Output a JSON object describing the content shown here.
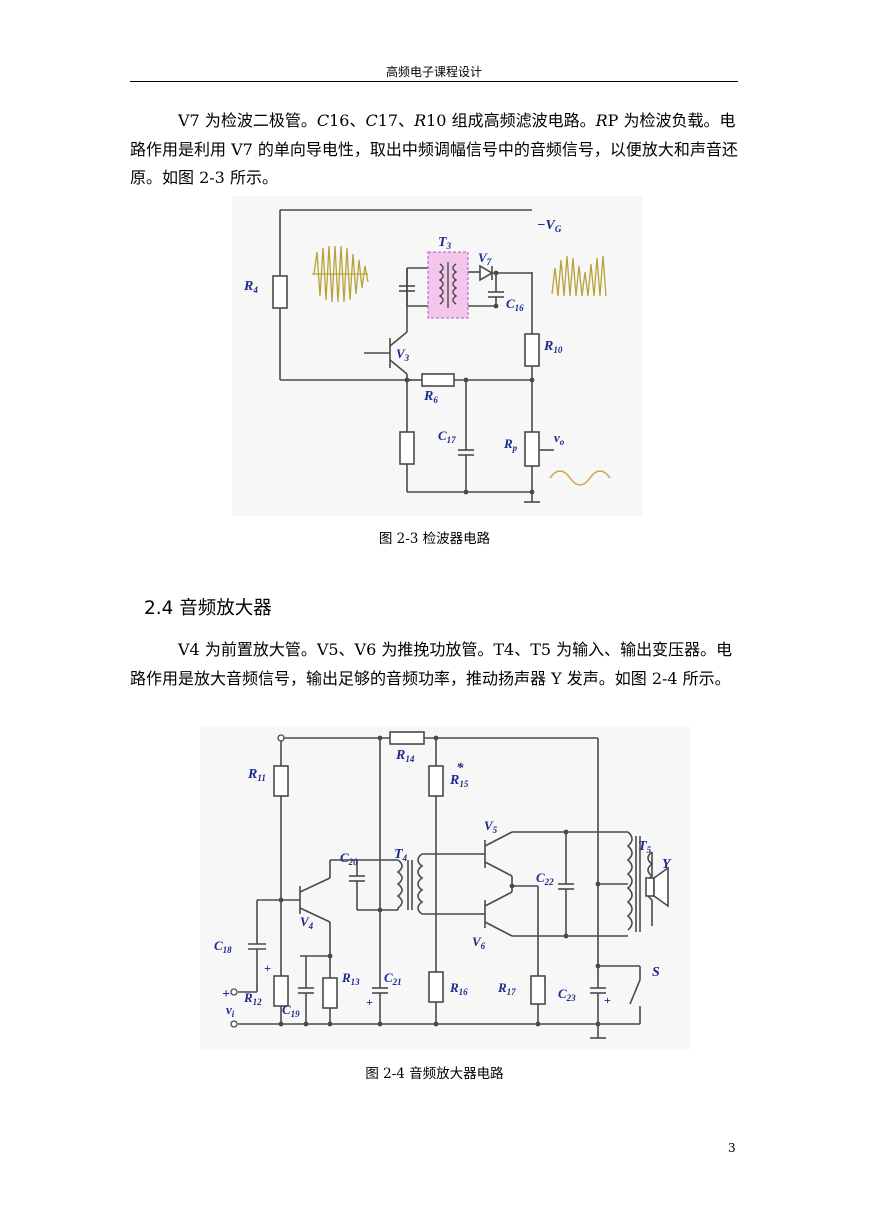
{
  "header": {
    "title": "高频电子课程设计"
  },
  "paragraph1": {
    "text_a": "V7 为检波二极管。",
    "c16": "C",
    "text_b": "16、",
    "c17": "C",
    "text_c": "17、",
    "r10": "R",
    "text_d": "10 组成高频滤波电路。",
    "rp": "R",
    "text_e": "P 为检波负载。电路作用是利用 V7 的单向导电性，取出中频调幅信号中的音频信号，以便放大和声音还原。如图 2-3 所示。"
  },
  "figure1": {
    "caption": "图 2-3    检波器电路",
    "labels": {
      "vg": "−V",
      "vg_sub": "G",
      "t3": "T",
      "t3_sub": "3",
      "v7": "V",
      "v7_sub": "7",
      "c16": "C",
      "c16_sub": "16",
      "r4": "R",
      "r4_sub": "4",
      "v3": "V",
      "v3_sub": "3",
      "r10": "R",
      "r10_sub": "10",
      "r6": "R",
      "r6_sub": "6",
      "c17": "C",
      "c17_sub": "17",
      "rp": "R",
      "rp_sub": "p",
      "vo": "v",
      "vo_sub": "o"
    }
  },
  "section": {
    "title": "2.4 音频放大器"
  },
  "paragraph2": {
    "text": "V4 为前置放大管。V5、V6 为推挽功放管。T4、T5 为输入、输出变压器。电路作用是放大音频信号，输出足够的音频功率，推动扬声器 Y 发声。如图 2-4 所示。"
  },
  "figure2": {
    "caption": "图 2-4    音频放大器电路",
    "labels": {
      "r11": "R",
      "r11_sub": "11",
      "r14": "R",
      "r14_sub": "14",
      "r15": "R",
      "r15_sub": "15",
      "r15_star": "*",
      "v5": "V",
      "v5_sub": "5",
      "t5": "T",
      "t5_sub": "5",
      "y": "Y",
      "c20": "C",
      "c20_sub": "20",
      "t4": "T",
      "t4_sub": "4",
      "c22": "C",
      "c22_sub": "22",
      "v4": "V",
      "v4_sub": "4",
      "v6": "V",
      "v6_sub": "6",
      "c18": "C",
      "c18_sub": "18",
      "r13": "R",
      "r13_sub": "13",
      "c21": "C",
      "c21_sub": "21",
      "r16": "R",
      "r16_sub": "16",
      "r17": "R",
      "r17_sub": "17",
      "c23": "C",
      "c23_sub": "23",
      "s": "S",
      "r12": "R",
      "r12_sub": "12",
      "c19": "C",
      "c19_sub": "19",
      "vi": "v",
      "vi_sub": "i",
      "plus": "+"
    }
  },
  "page": {
    "number": "3"
  }
}
